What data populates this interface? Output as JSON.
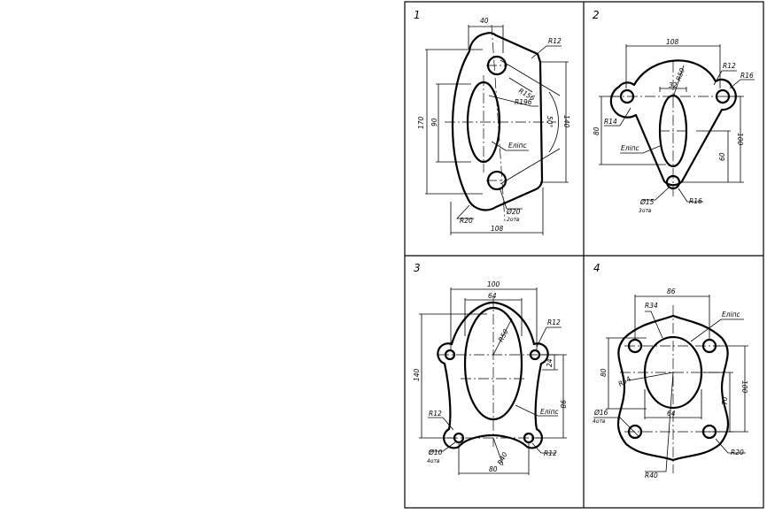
{
  "panels": [
    {
      "number": "1",
      "labels": {
        "d40": "40",
        "r12": "R12",
        "r156": "R156",
        "r196": "R196",
        "d170": "170",
        "d90": "90",
        "ang": "50°",
        "d140": "140",
        "ellipse": "Еліпс",
        "r20": "R20",
        "phi20": "Ø20",
        "holes": "2отв",
        "d108": "108"
      }
    },
    {
      "number": "2",
      "labels": {
        "d108": "108",
        "r12": "R12",
        "r50": "R50",
        "d32": "32",
        "r16a": "R16",
        "r14": "R14",
        "d80": "80",
        "ellipse": "Еліпс",
        "d100": "100",
        "d60": "60",
        "phi15": "Ø15",
        "holes": "3отв",
        "r16b": "R16"
      }
    },
    {
      "number": "3",
      "labels": {
        "d100": "100",
        "d64": "64",
        "r50": "R50",
        "r12a": "R12",
        "d140": "140",
        "d24": "24",
        "d98": "98",
        "r12b": "R12",
        "ellipse": "Еліпс",
        "phi10": "Ø10",
        "holes": "4отв",
        "r40": "R40",
        "d80": "80",
        "r12c": "R12"
      }
    },
    {
      "number": "4",
      "labels": {
        "d86": "86",
        "r34": "R34",
        "ellipse": "Еліпс",
        "d80": "80",
        "r54": "R54",
        "d100": "100",
        "d70": "70",
        "d64": "64",
        "phi16": "Ø16",
        "holes": "4отв",
        "r20": "R20",
        "r40": "R40"
      }
    }
  ]
}
